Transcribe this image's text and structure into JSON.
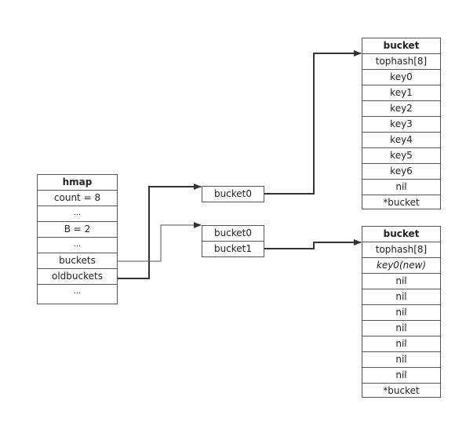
{
  "hmap": {
    "title": "hmap",
    "rows": [
      "count = 8",
      "...",
      "B = 2",
      "...",
      "buckets",
      "oldbuckets",
      "..."
    ]
  },
  "new_buckets": {
    "rows": [
      "bucket0"
    ]
  },
  "old_buckets": {
    "rows": [
      "bucket0",
      "bucket1"
    ]
  },
  "bucket_top": {
    "title": "bucket",
    "rows": [
      "tophash[8]",
      "key0",
      "key1",
      "key2",
      "key3",
      "key4",
      "key5",
      "key6",
      "nil",
      "*bucket"
    ]
  },
  "bucket_bottom": {
    "title": "bucket",
    "rows": [
      "tophash[8]",
      "key0(new)",
      "nil",
      "nil",
      "nil",
      "nil",
      "nil",
      "nil",
      "nil",
      "*bucket"
    ]
  },
  "colors": {
    "line": "#333333",
    "border": "#555555"
  }
}
